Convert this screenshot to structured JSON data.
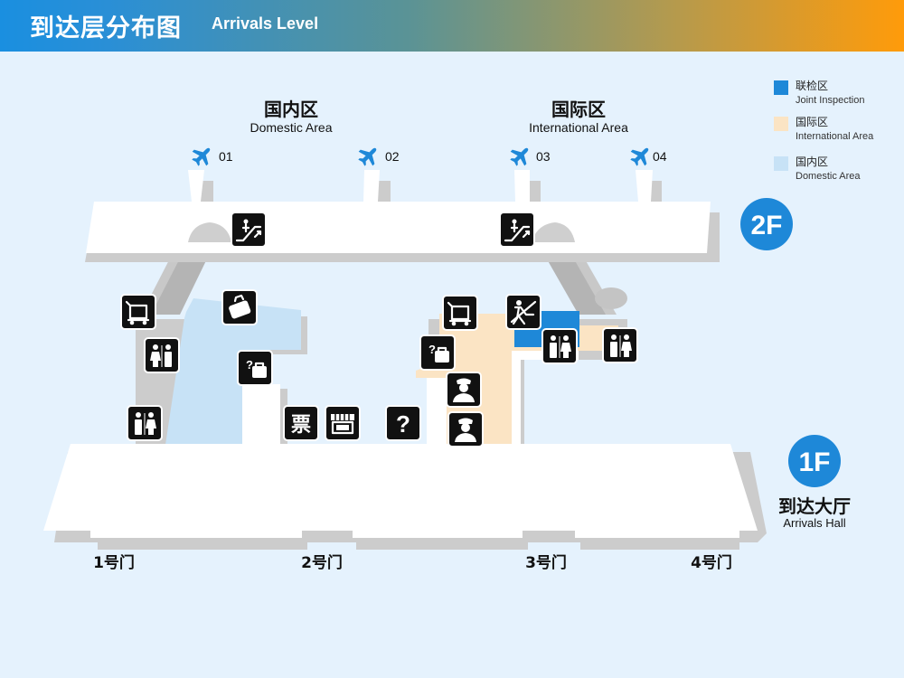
{
  "header": {
    "title_cn": "到达层分布图",
    "title_en": "Arrivals Level"
  },
  "zones": {
    "domestic": {
      "cn": "国内区",
      "en": "Domestic Area"
    },
    "international": {
      "cn": "国际区",
      "en": "International Area"
    }
  },
  "gates": [
    "01",
    "02",
    "03",
    "04"
  ],
  "floors": {
    "upper": "2F",
    "lower": "1F",
    "lower_hall_cn": "到达大厅",
    "lower_hall_en": "Arrivals Hall"
  },
  "exits": [
    "1号门",
    "2号门",
    "3号门",
    "4号门"
  ],
  "legend": [
    {
      "cn": "联检区",
      "en": "Joint Inspection",
      "color": "#1e88d8"
    },
    {
      "cn": "国际区",
      "en": "International Area",
      "color": "#fbe4c4"
    },
    {
      "cn": "国内区",
      "en": "Domestic Area",
      "color": "#c7e2f6"
    }
  ],
  "icons": {
    "ticket_glyph": "票",
    "info_glyph": "?",
    "lost_glyph": "?"
  },
  "colors": {
    "floor_badge": "#1e88d8",
    "plane": "#1e88d8",
    "building": "#ffffff",
    "shadow": "#cccccc"
  }
}
